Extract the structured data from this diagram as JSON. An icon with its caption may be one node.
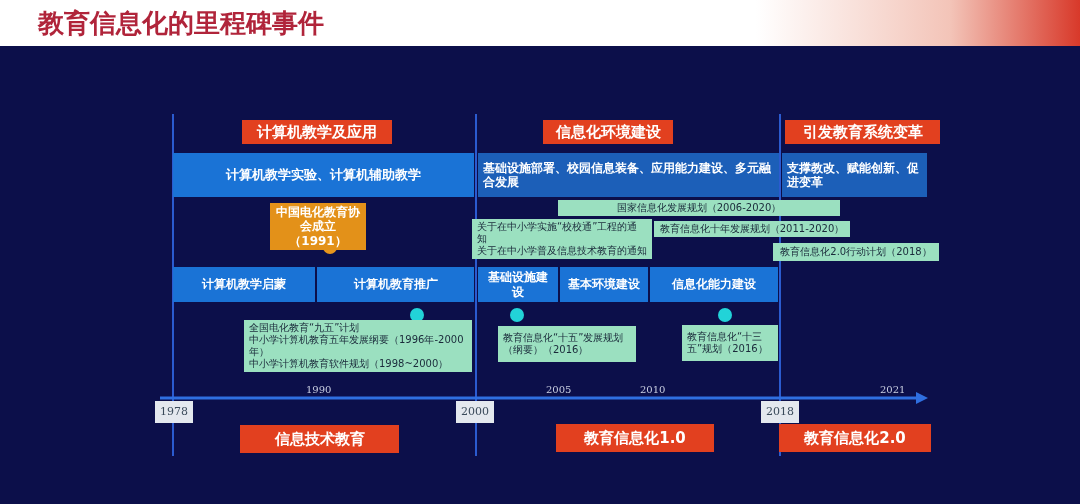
{
  "diagram": {
    "title": "教育信息化的里程碑事件",
    "nodes": [
      {
        "text": [
          "计算机教学及应用"
        ]
      },
      {
        "text": [
          "信息化环境建设"
        ]
      },
      {
        "text": [
          "引发教育系统变革"
        ]
      },
      {
        "text": [
          "计算机教学实验、计算机辅助教学"
        ]
      },
      {
        "text": [
          "基础设施部署、校园信息装备、应用能力建设、多元融合发展"
        ]
      },
      {
        "text": [
          "支撑教改、赋能创新、促进变革"
        ]
      },
      {
        "text": [
          "中国电化教育协会成立（1991）"
        ]
      },
      {
        "text": [
          "国家信息化发展规划（2006-2020）"
        ]
      },
      {
        "text": [
          "关于在中小学实施“校校通”工程的通知",
          "关于在中小学普及信息技术教育的通知"
        ]
      },
      {
        "text": [
          "教育信息化十年发展规划（2011-2020）"
        ]
      },
      {
        "text": [
          "教育信息化2.0行动计划（2018）"
        ]
      },
      {
        "text": [
          "计算机教学启蒙"
        ]
      },
      {
        "text": [
          "计算机教育推广"
        ]
      },
      {
        "text": [
          "基础设施建设"
        ]
      },
      {
        "text": [
          "基本环境建设"
        ]
      },
      {
        "text": [
          "信息化能力建设"
        ]
      },
      {
        "text": [
          "全国电化教育“九五”计划",
          "中小学计算机教育五年发展纲要（1996年-2000年）",
          "中小学计算机教育软件规划（1998~2000）"
        ]
      },
      {
        "text": [
          "教育信息化“十五”发展规划（纲要）（2016）"
        ]
      },
      {
        "text": [
          "教育信息化“十三五”规划（2016）"
        ]
      },
      {
        "text": [
          "1978"
        ]
      },
      {
        "text": [
          "2000"
        ]
      },
      {
        "text": [
          "2018"
        ]
      },
      {
        "text": [
          "信息技术教育"
        ]
      },
      {
        "text": [
          "教育信息化1.0"
        ]
      },
      {
        "text": [
          "教育信息化2.0"
        ]
      }
    ],
    "edges": [],
    "labels": [
      "1990",
      "2005",
      "2010",
      "2021"
    ]
  }
}
